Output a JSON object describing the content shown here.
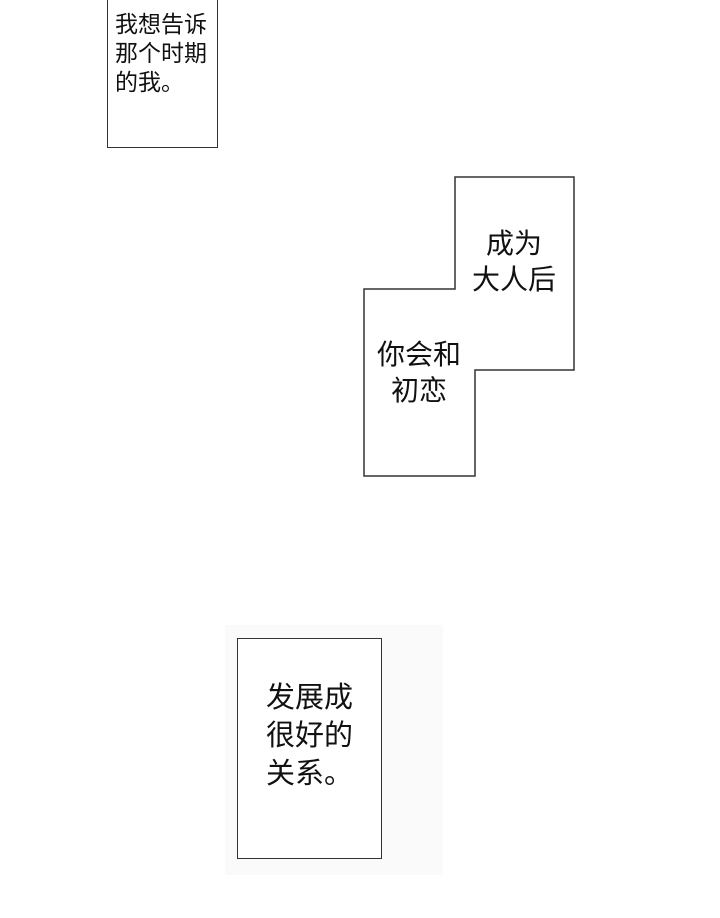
{
  "panels": [
    {
      "lines": [
        "我想告诉",
        "那个时期",
        "的我。"
      ]
    },
    {
      "lines": [
        "成为",
        "大人后"
      ]
    },
    {
      "lines": [
        "你会和",
        "初恋"
      ]
    },
    {
      "lines": [
        "发展成",
        "很好的",
        "关系。"
      ]
    }
  ]
}
